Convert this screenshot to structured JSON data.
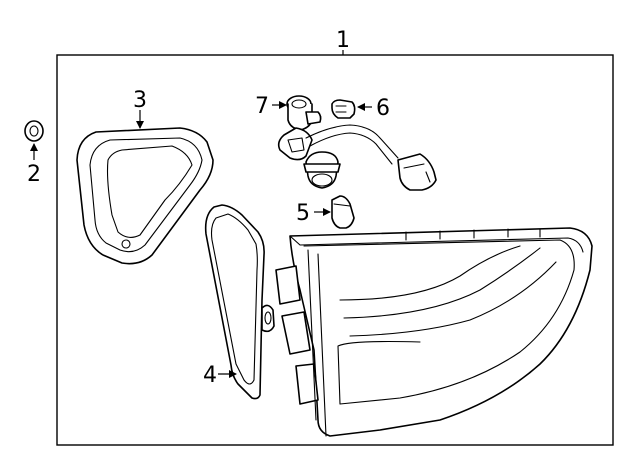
{
  "diagram": {
    "callouts": {
      "c1": "1",
      "c2": "2",
      "c3": "3",
      "c4": "4",
      "c5": "5",
      "c6": "6",
      "c7": "7"
    },
    "colors": {
      "line": "#000000",
      "background": "#ffffff"
    }
  }
}
